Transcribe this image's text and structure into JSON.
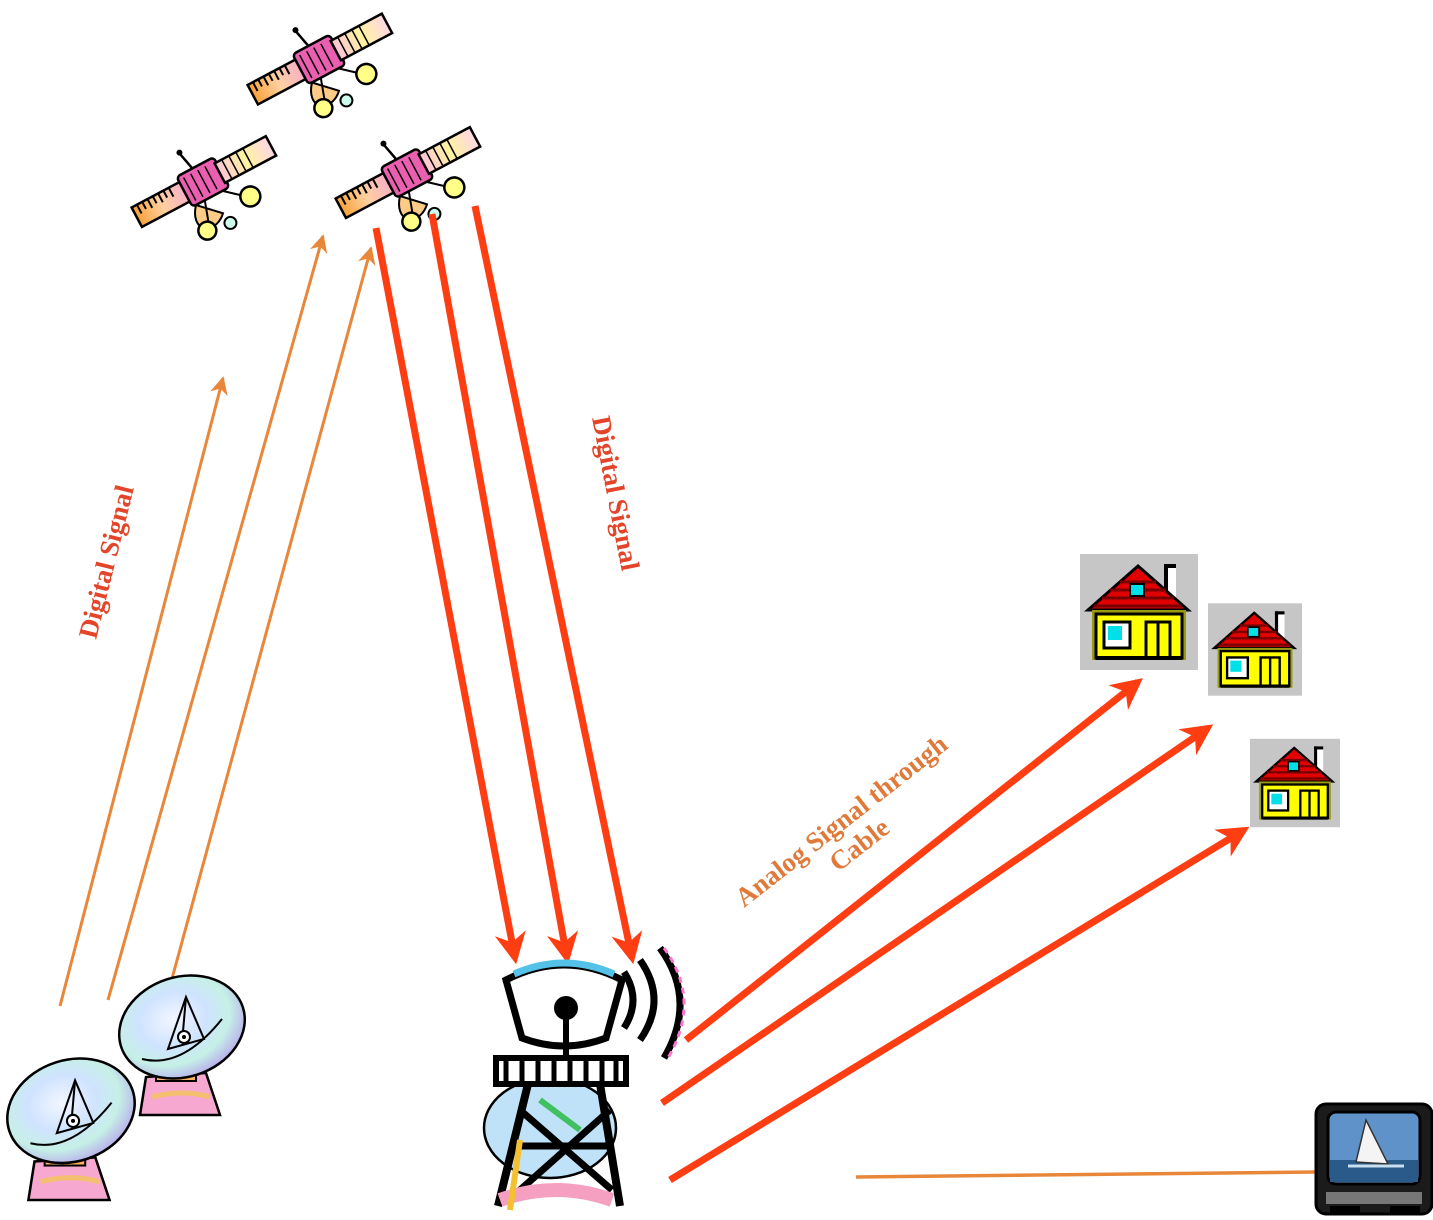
{
  "labels": {
    "uplink": "Digital Signal",
    "downlink": "Digital Signal",
    "cable_line1": "Analog Signal through",
    "cable_line2": "Cable"
  },
  "colors": {
    "uplink_arrow": "#e8873a",
    "downlink_arrow": "#ff3d12",
    "uplink_label": "#e2452a",
    "downlink_label": "#e2452a",
    "cable_label": "#e07a3a",
    "tv_line": "#e8873a"
  },
  "icons": {
    "satellites": [
      "satellite-icon",
      "satellite-icon",
      "satellite-icon"
    ],
    "ground_dishes": [
      "satellite-dish-icon",
      "satellite-dish-icon"
    ],
    "headend": "broadcast-tower-icon",
    "houses": [
      "house-icon",
      "house-icon",
      "house-icon"
    ],
    "tv": "television-icon"
  }
}
